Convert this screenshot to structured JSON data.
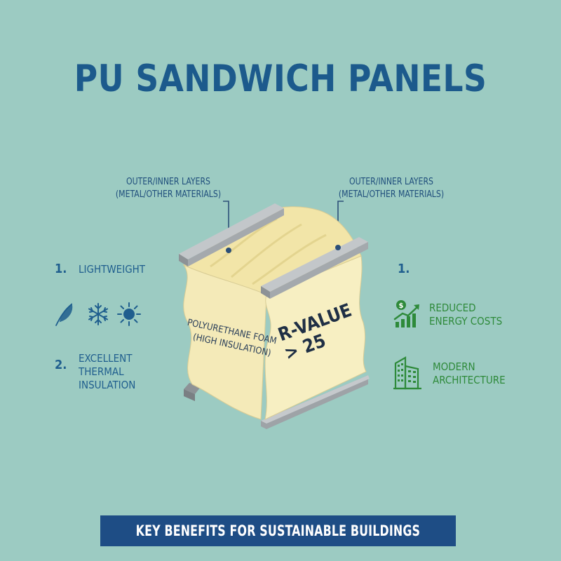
{
  "title": "PU SANDWICH PANELS",
  "callouts": {
    "left_line1": "OUTER/INNER LAYERS",
    "left_line2": "(METAL/OTHER MATERIALS)",
    "right_line1": "OUTER/INNER LAYERS",
    "right_line2": "(METAL/OTHER MATERIALS)"
  },
  "panel": {
    "foam_line1": "POLYURETHANE FOAM",
    "foam_line2": "(HIGH INSULATION)",
    "rvalue_line1": "R-VALUE",
    "rvalue_line2": "> 25"
  },
  "left_benefits": [
    {
      "number": "1.",
      "label": "LIGHTWEIGHT"
    },
    {
      "number": "2.",
      "label_lines": [
        "EXCELLENT",
        "THERMAL",
        "INSULATION"
      ]
    }
  ],
  "left_icons": [
    "feather-icon",
    "snowflake-icon",
    "sun-icon"
  ],
  "right_benefits": {
    "number": "1.",
    "items": [
      {
        "icon": "savings-chart-icon",
        "label_lines": [
          "REDUCED",
          "ENERGY COSTS"
        ]
      },
      {
        "icon": "building-icon",
        "label_lines": [
          "MODERN",
          "ARCHITECTURE"
        ]
      }
    ]
  },
  "footer": "KEY BENEFITS FOR SUSTAINABLE BUILDINGS",
  "colors": {
    "background": "#9ccbc2",
    "title": "#1c5a8c",
    "foam": "#f7efc2",
    "metal": "#a9aeb2",
    "green": "#2e8a3a",
    "footer_bg": "#1e4d85"
  }
}
